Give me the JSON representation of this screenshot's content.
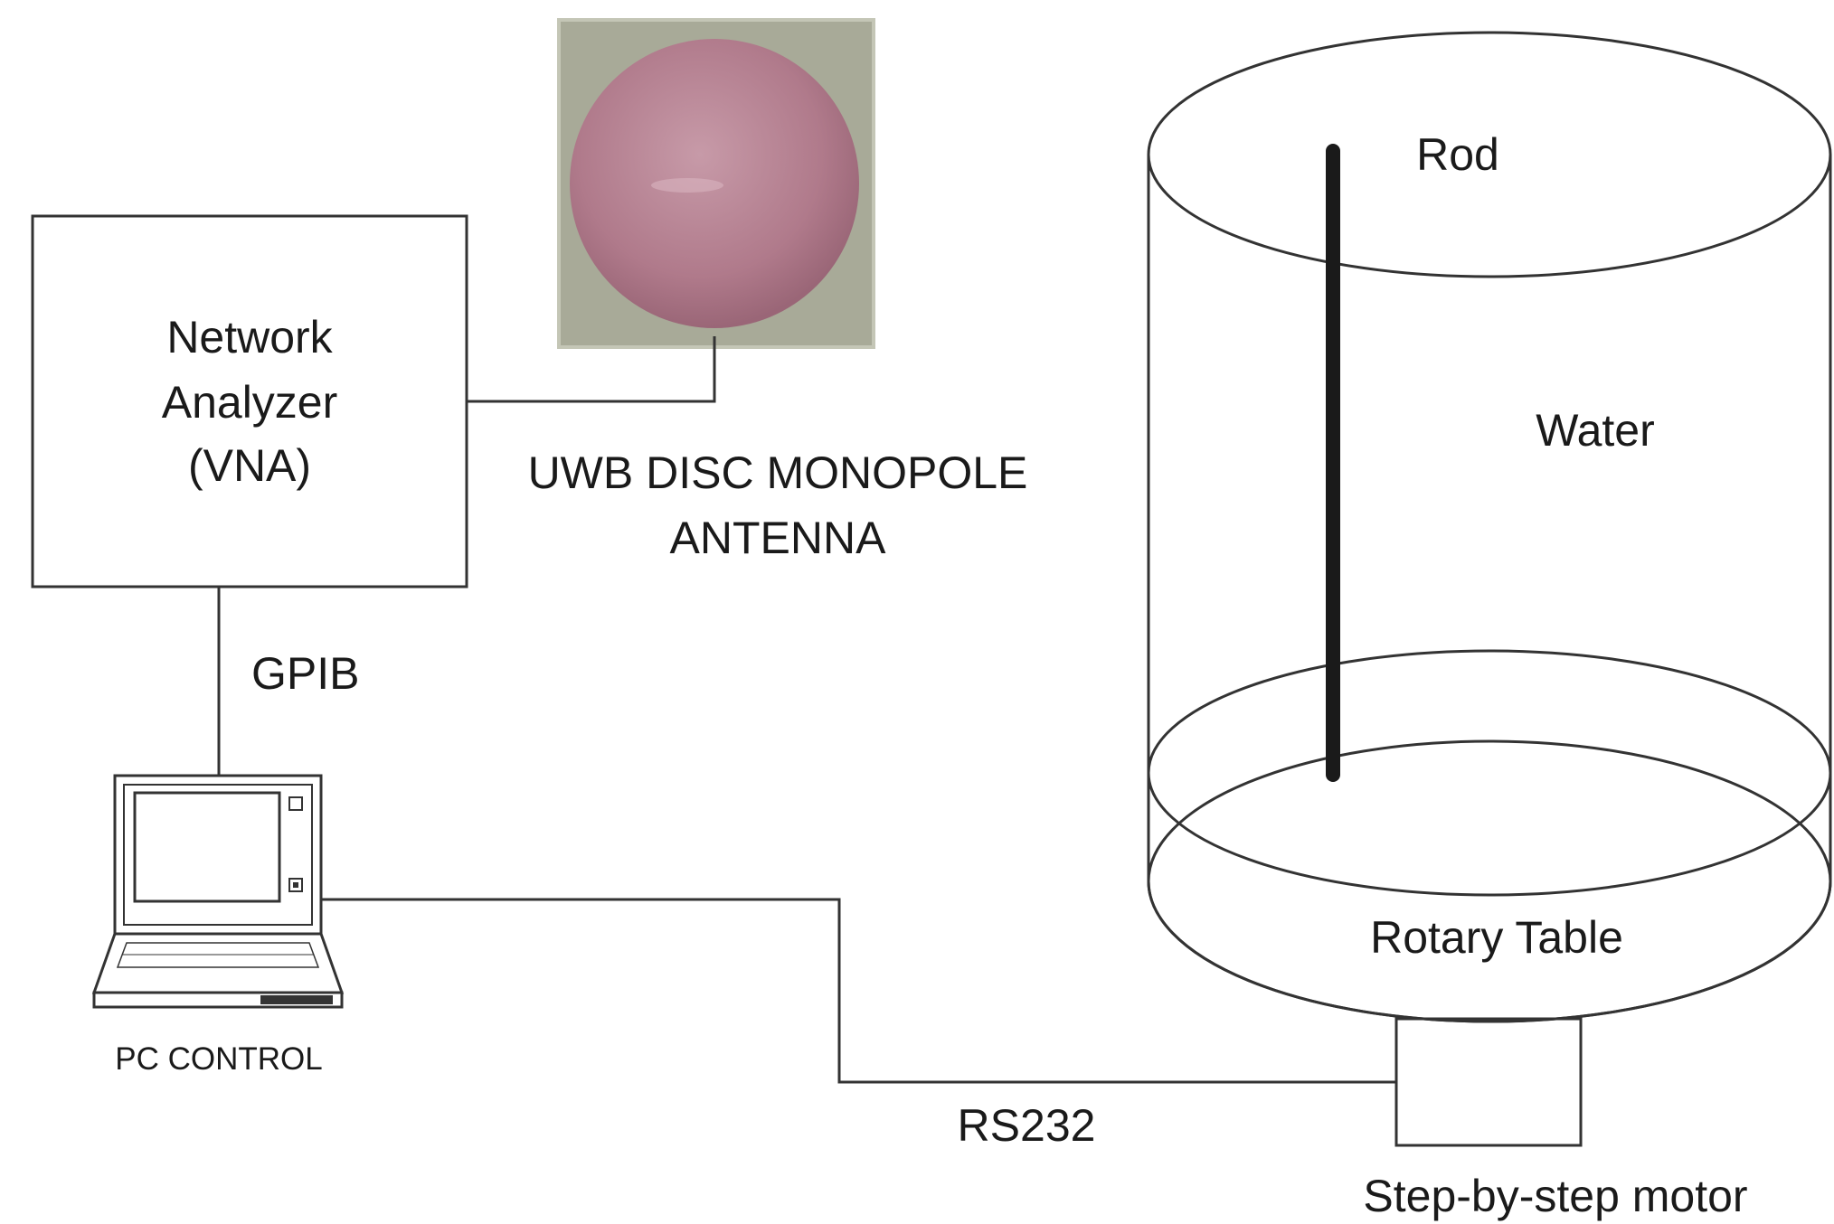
{
  "diagram": {
    "vna": {
      "line1": "Network",
      "line2": "Analyzer",
      "line3": "(VNA)"
    },
    "antenna_label": {
      "line1": "UWB DISC MONOPOLE",
      "line2": "ANTENNA"
    },
    "gpib_label": "GPIB",
    "pc_label": "PC CONTROL",
    "rs232_label": "RS232",
    "rod_label": "Rod",
    "water_label": "Water",
    "rotary_table_label": "Rotary Table",
    "motor_label": "Step-by-step motor"
  },
  "colors": {
    "line": "#333333",
    "rod": "#1a1a1a",
    "antenna_disc": "#b47f90",
    "antenna_background": "#a8aa98"
  },
  "icons": [
    "laptop-icon",
    "antenna-photo"
  ]
}
